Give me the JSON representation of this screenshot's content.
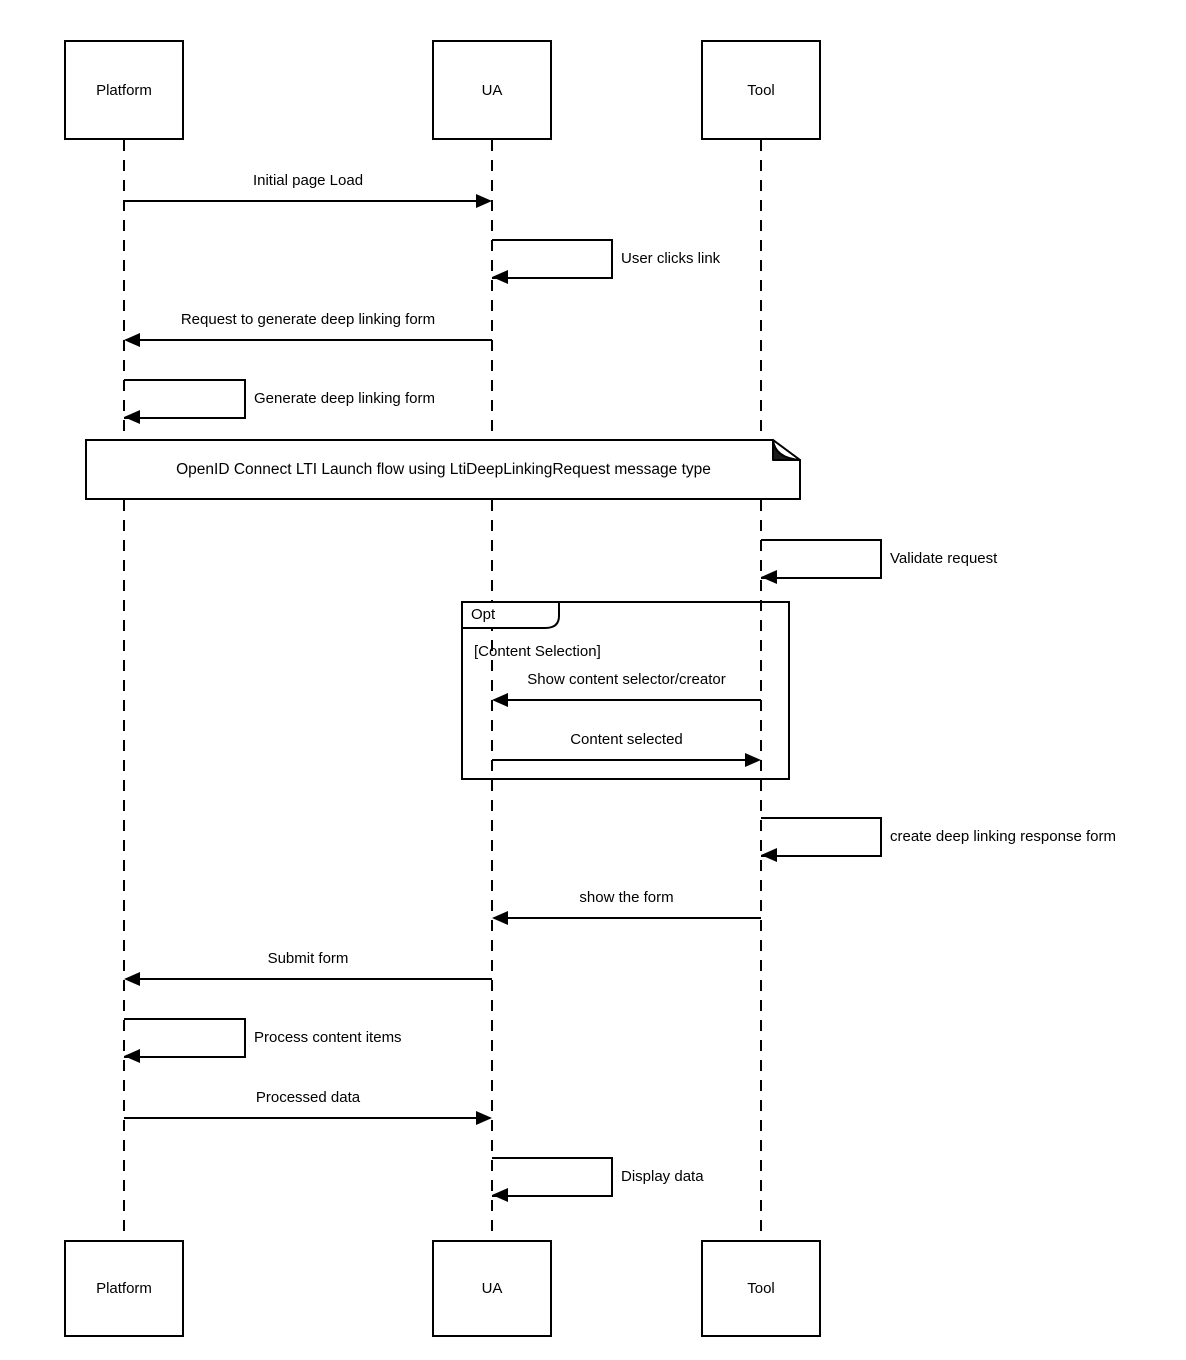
{
  "diagram": {
    "kind": "uml-sequence",
    "colors": {
      "line": "#000000",
      "background": "#ffffff"
    },
    "actors": [
      {
        "name": "Platform"
      },
      {
        "name": "UA"
      },
      {
        "name": "Tool"
      }
    ],
    "note": {
      "text": "OpenID Connect LTI Launch flow using LtiDeepLinkingRequest message type"
    },
    "fragment": {
      "operator": "Opt",
      "guard": "[Content Selection]"
    },
    "messages": [
      {
        "from": "Platform",
        "to": "UA",
        "kind": "arrow",
        "label": "Initial page Load"
      },
      {
        "from": "UA",
        "to": "UA",
        "kind": "self",
        "label": "User clicks link"
      },
      {
        "from": "UA",
        "to": "Platform",
        "kind": "arrow",
        "label": "Request to generate deep linking form"
      },
      {
        "from": "Platform",
        "to": "Platform",
        "kind": "self",
        "label": "Generate deep linking form"
      },
      {
        "from": "Tool",
        "to": "Tool",
        "kind": "self",
        "label": "Validate request"
      },
      {
        "from": "Tool",
        "to": "UA",
        "kind": "arrow",
        "label": "Show content selector/creator",
        "in_fragment": true
      },
      {
        "from": "UA",
        "to": "Tool",
        "kind": "arrow",
        "label": "Content selected",
        "in_fragment": true
      },
      {
        "from": "Tool",
        "to": "Tool",
        "kind": "self",
        "label": "create deep linking response form"
      },
      {
        "from": "Tool",
        "to": "UA",
        "kind": "arrow",
        "label": "show the form"
      },
      {
        "from": "UA",
        "to": "Platform",
        "kind": "arrow",
        "label": "Submit form"
      },
      {
        "from": "Platform",
        "to": "Platform",
        "kind": "self",
        "label": "Process content items"
      },
      {
        "from": "Platform",
        "to": "UA",
        "kind": "arrow",
        "label": "Processed data"
      },
      {
        "from": "UA",
        "to": "UA",
        "kind": "self",
        "label": "Display data"
      }
    ]
  }
}
